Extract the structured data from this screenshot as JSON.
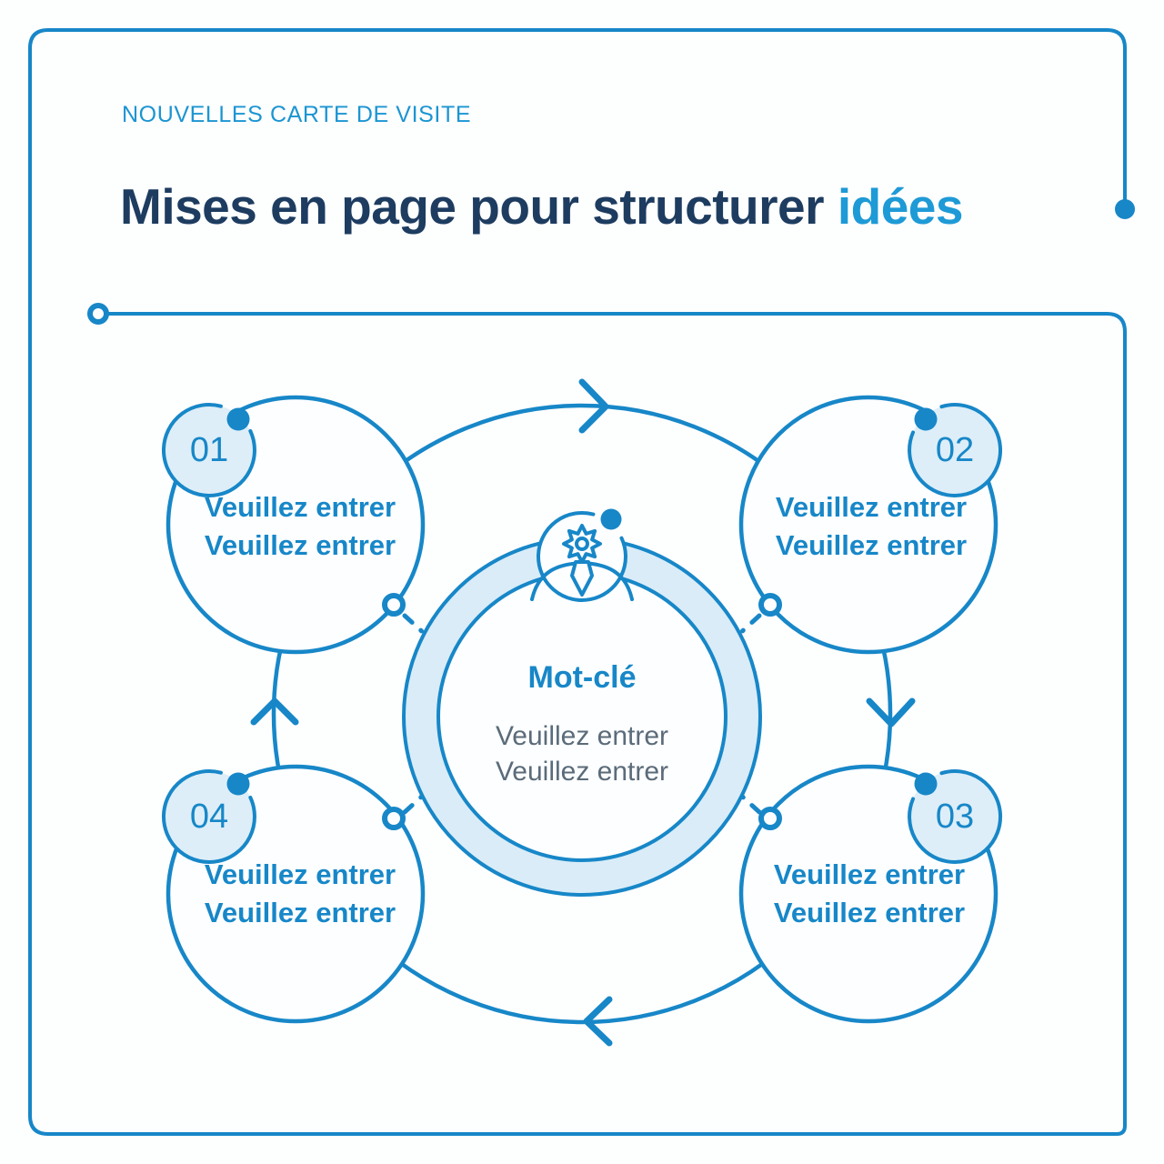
{
  "palette": {
    "primary_blue": "#1787c8",
    "accent_blue": "#1e9ad6",
    "navy": "#1d3c60",
    "badge_fill": "#ddeef8",
    "ring_fill": "#d9ecf8",
    "gray_text": "#5b6b79",
    "background": "#fdfefe"
  },
  "header": {
    "eyebrow": "NOUVELLES CARTE DE VISITE",
    "title_dark": "Mises en page pour structurer",
    "title_accent": "idées"
  },
  "diagram": {
    "center": {
      "icon": "person-gear-icon",
      "title": "Mot-clé",
      "line1": "Veuillez entrer",
      "line2": "Veuillez entrer"
    },
    "items": [
      {
        "number": "01",
        "line1": "Veuillez entrer",
        "line2": "Veuillez entrer"
      },
      {
        "number": "02",
        "line1": "Veuillez entrer",
        "line2": "Veuillez entrer"
      },
      {
        "number": "03",
        "line1": "Veuillez entrer",
        "line2": "Veuillez entrer"
      },
      {
        "number": "04",
        "line1": "Veuillez entrer",
        "line2": "Veuillez entrer"
      }
    ]
  }
}
